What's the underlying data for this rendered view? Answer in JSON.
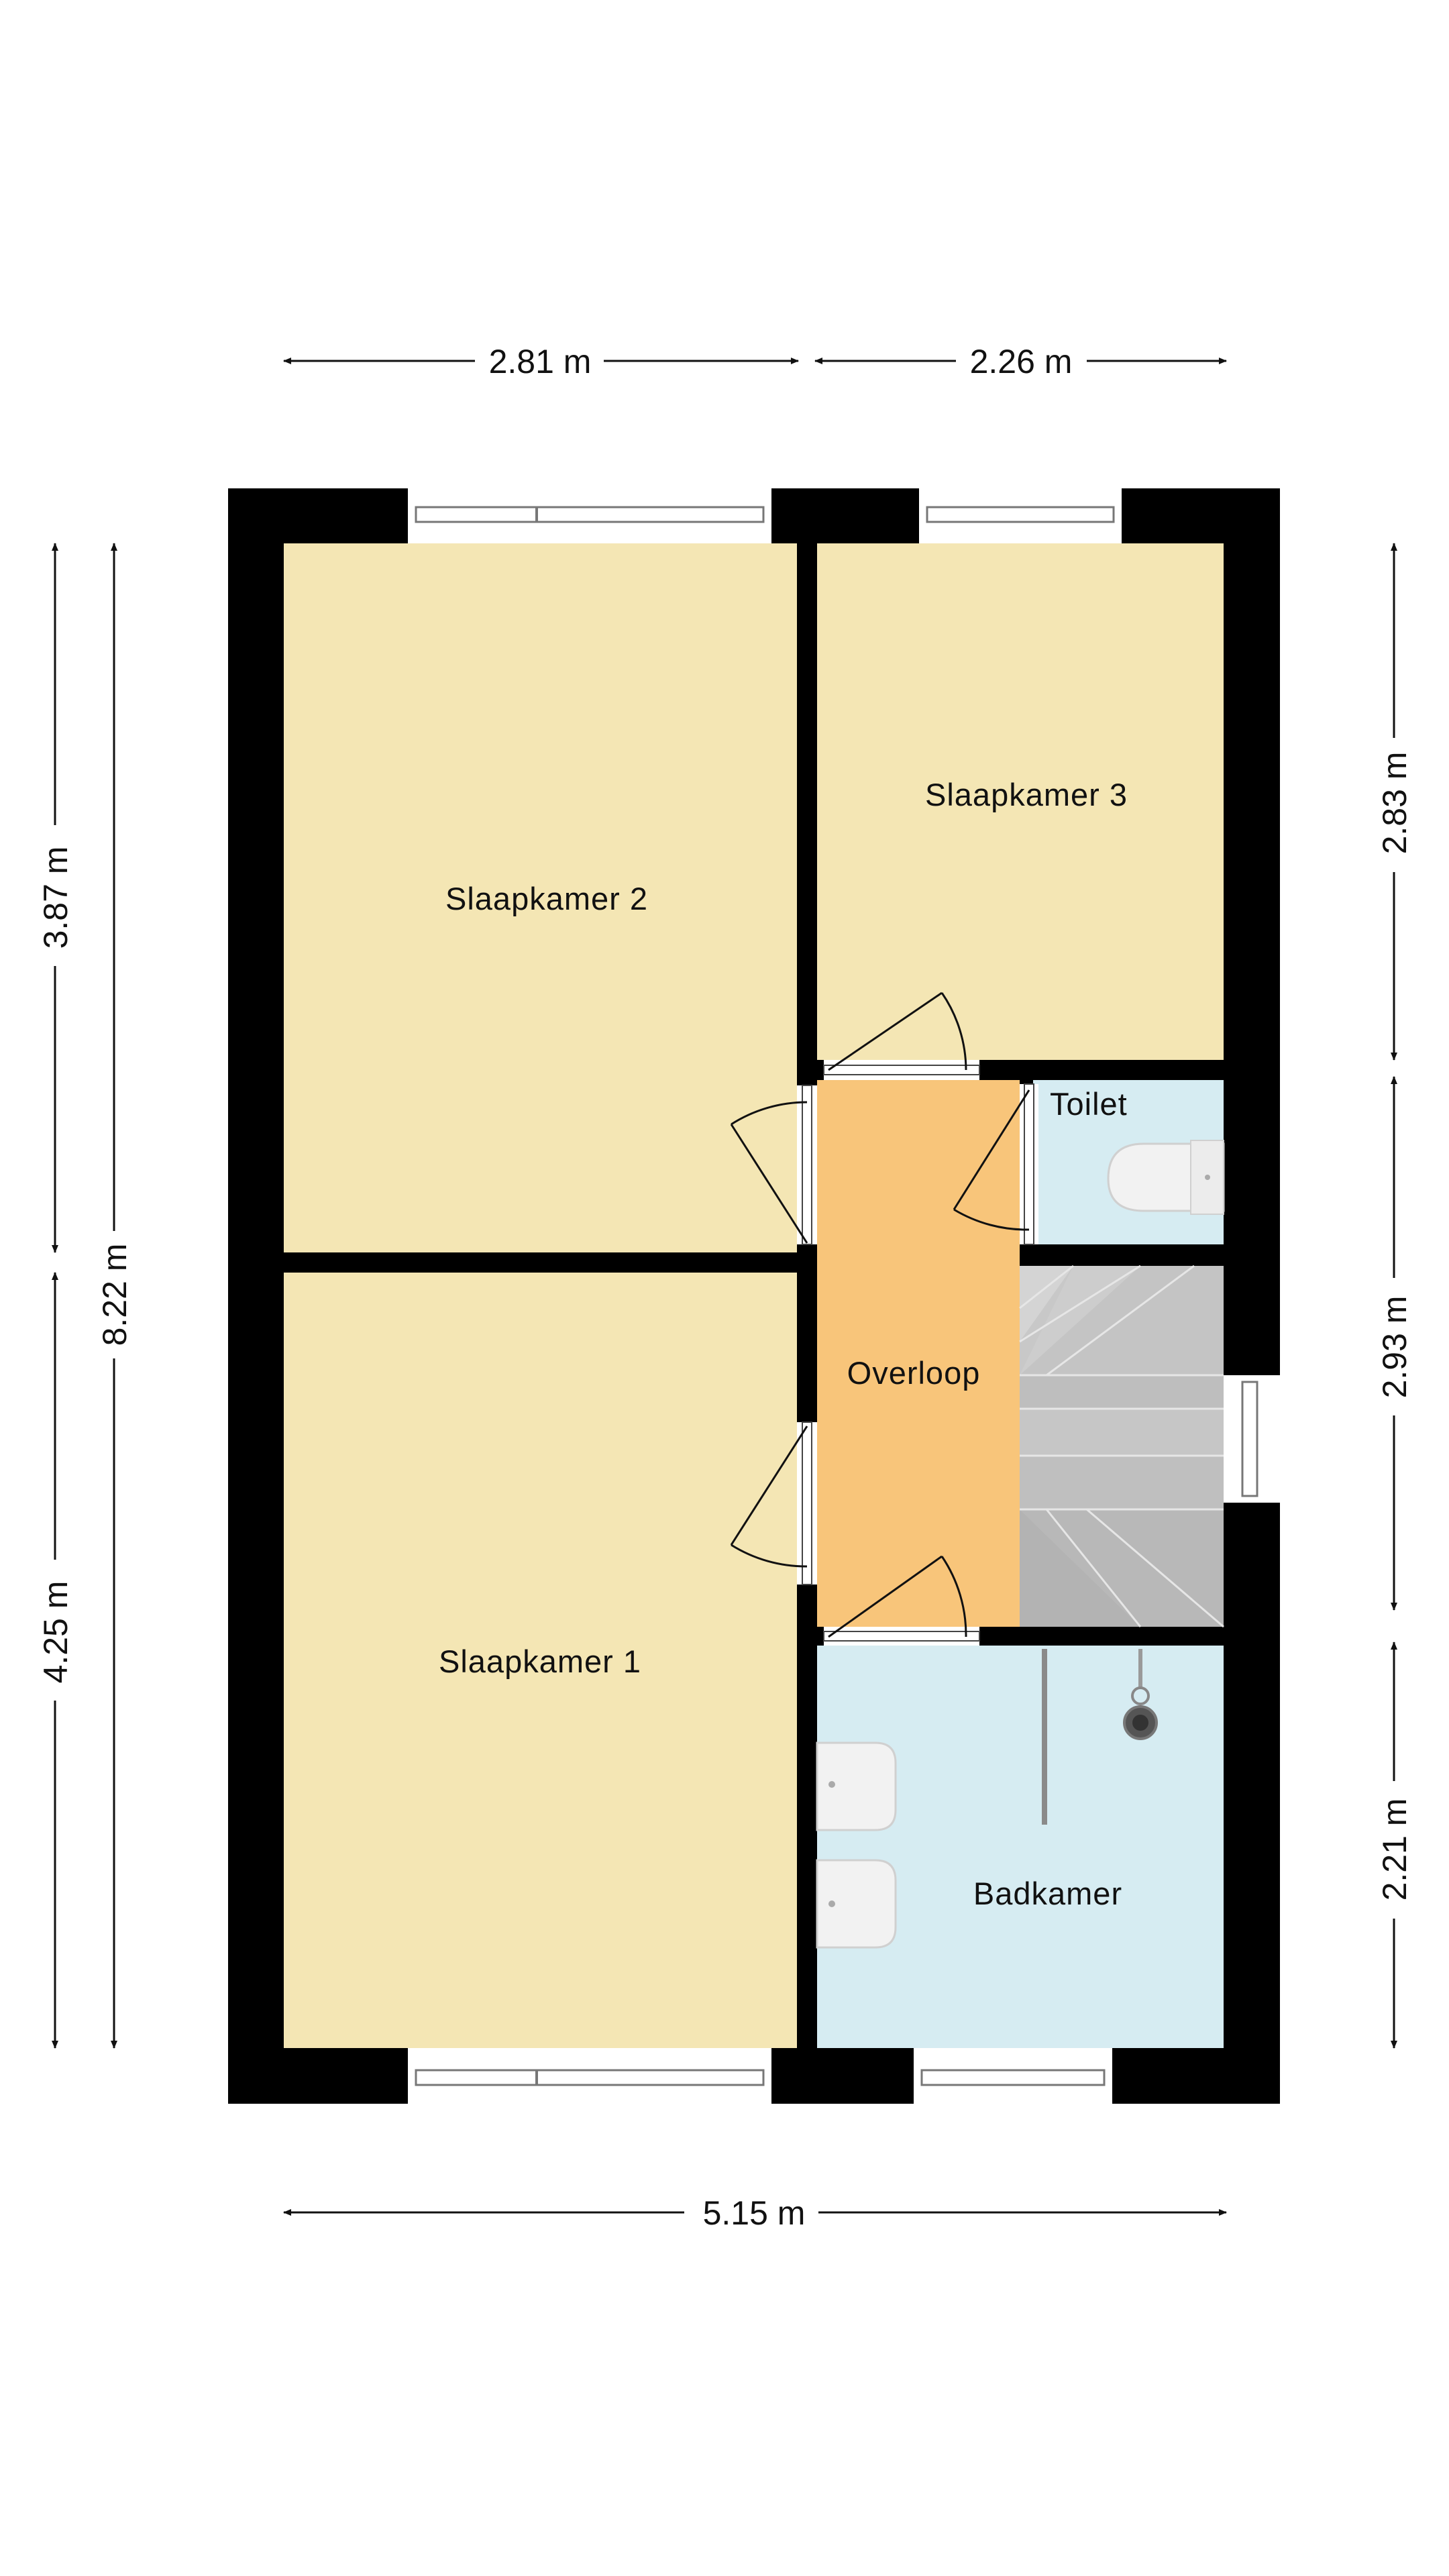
{
  "rooms": {
    "slaapkamer_2": "Slaapkamer 2",
    "slaapkamer_3": "Slaapkamer 3",
    "slaapkamer_1": "Slaapkamer 1",
    "toilet": "Toilet",
    "overloop": "Overloop",
    "badkamer": "Badkamer"
  },
  "dimensions": {
    "top_left": "2.81 m",
    "top_right": "2.26 m",
    "bottom_total": "5.15 m",
    "left_upper": "3.87 m",
    "left_lower": "4.25 m",
    "left_total": "8.22 m",
    "right_upper": "2.83 m",
    "right_middle": "2.93 m",
    "right_lower": "2.21 m"
  },
  "colors": {
    "wall": "#000000",
    "bedroom": "#f4e6b4",
    "landing": "#f8c57a",
    "wet_room": "#d6ecf2",
    "stairs": "#bdbdbd"
  }
}
